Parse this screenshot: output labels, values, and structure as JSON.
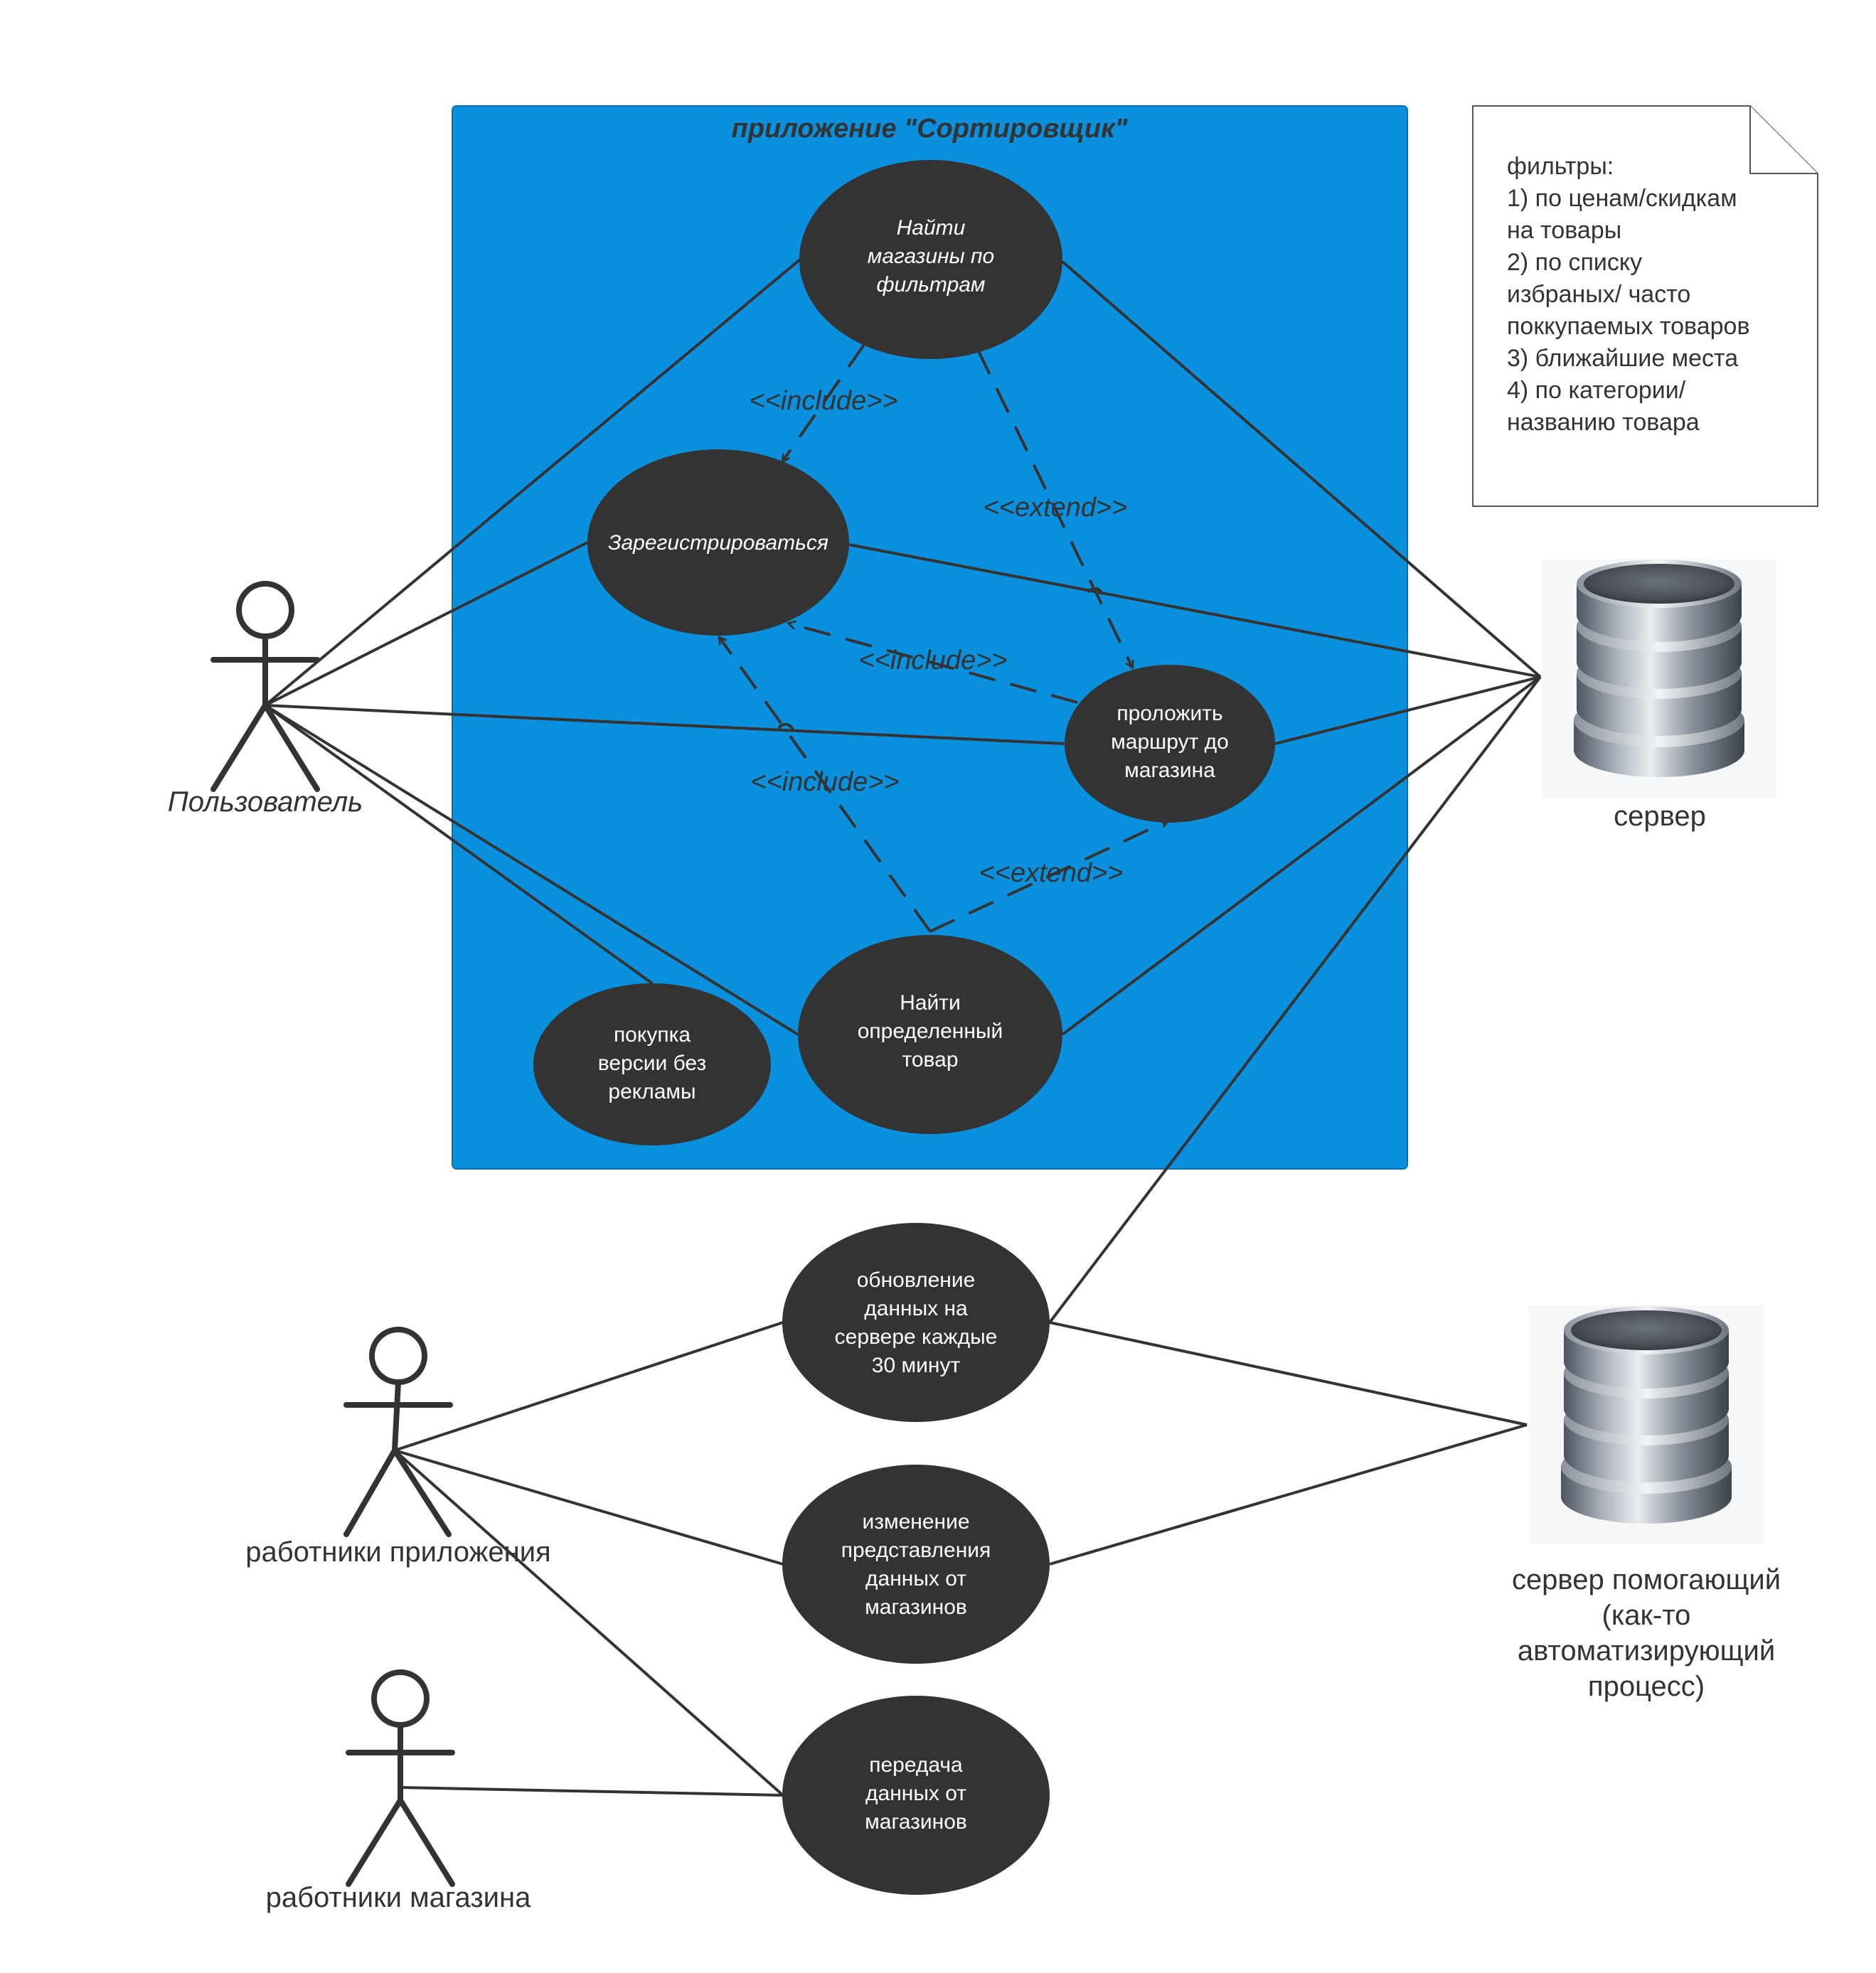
{
  "system": {
    "title": "приложение \"Сортировщик\"",
    "color": "#0b90dd"
  },
  "use_cases": {
    "find_shops": [
      "Найти",
      "магазины по",
      "фильтрам"
    ],
    "register": [
      "Зарегистрироваться"
    ],
    "route": [
      "проложить",
      "маршрут до",
      "магазина"
    ],
    "find_product": [
      "Найти",
      "определенный",
      "товар"
    ],
    "no_ads": [
      "покупка",
      "версии без",
      "рекламы"
    ],
    "update": [
      "обновление",
      "данных на",
      "сервере каждые",
      "30 минут"
    ],
    "change_repr": [
      "изменение",
      "представления",
      "данных от",
      "магазинов"
    ],
    "transfer": [
      "передача",
      "данных от",
      "магазинов"
    ]
  },
  "actors": {
    "user": "Пользователь",
    "app_staff": "работники приложения",
    "shop_staff": "работники магазина"
  },
  "servers": {
    "main": [
      "сервер"
    ],
    "helper": [
      "сервер помогающий",
      "(как-то",
      "автоматизирующий",
      "процесс)"
    ]
  },
  "stereotypes": {
    "include": "<<include>>",
    "extend": "<<extend>>"
  },
  "note": {
    "lines": [
      "фильтры:",
      "1) по ценам/скидкам",
      "на товары",
      "2) по списку",
      "избраных/ часто",
      "поккупаемых товаров",
      "3) ближайшие места",
      "4) по категории/",
      "названию товара"
    ]
  },
  "colors": {
    "usecase": "#333333",
    "line": "#333333",
    "system": "#0b90dd"
  }
}
